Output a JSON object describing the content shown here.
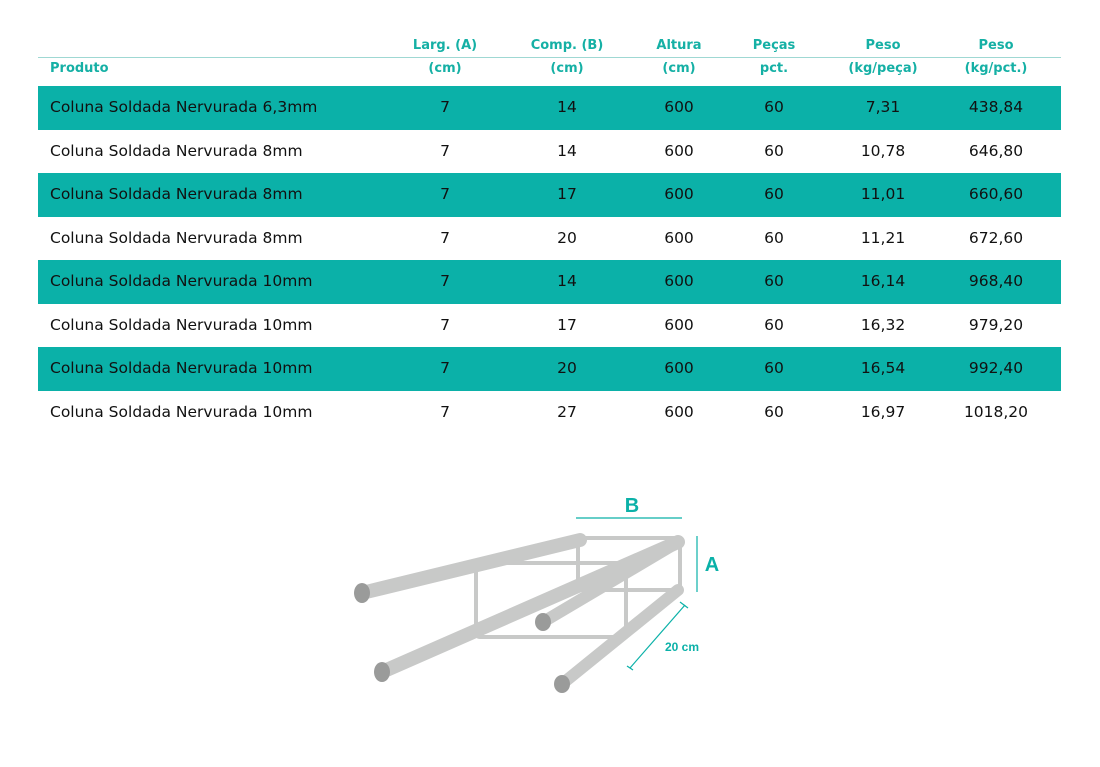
{
  "table": {
    "headers": [
      {
        "line1": "",
        "line2": "Produto"
      },
      {
        "line1": "Larg. (A)",
        "line2": "(cm)"
      },
      {
        "line1": "Comp. (B)",
        "line2": "(cm)"
      },
      {
        "line1": "Altura",
        "line2": "(cm)"
      },
      {
        "line1": "Peças",
        "line2": "pct."
      },
      {
        "line1": "Peso",
        "line2": "(kg/peça)"
      },
      {
        "line1": "Peso",
        "line2": "(kg/pct.)"
      }
    ],
    "rows": [
      [
        "Coluna Soldada Nervurada 6,3mm",
        "7",
        "14",
        "600",
        "60",
        "7,31",
        "438,84"
      ],
      [
        "Coluna Soldada Nervurada 8mm",
        "7",
        "14",
        "600",
        "60",
        "10,78",
        "646,80"
      ],
      [
        "Coluna Soldada Nervurada 8mm",
        "7",
        "17",
        "600",
        "60",
        "11,01",
        "660,60"
      ],
      [
        "Coluna Soldada Nervurada 8mm",
        "7",
        "20",
        "600",
        "60",
        "11,21",
        "672,60"
      ],
      [
        "Coluna Soldada Nervurada 10mm",
        "7",
        "14",
        "600",
        "60",
        "16,14",
        "968,40"
      ],
      [
        "Coluna Soldada Nervurada 10mm",
        "7",
        "17",
        "600",
        "60",
        "16,32",
        "979,20"
      ],
      [
        "Coluna Soldada Nervurada 10mm",
        "7",
        "20",
        "600",
        "60",
        "16,54",
        "992,40"
      ],
      [
        "Coluna Soldada Nervurada 10mm",
        "7",
        "27",
        "600",
        "60",
        "16,97",
        "1018,20"
      ]
    ]
  },
  "diagram": {
    "label_b": "B",
    "label_a": "A",
    "label_spacing": "20 cm"
  },
  "colors": {
    "accent": "#0bb1a8",
    "rod": "#c8c9c8",
    "rod_end": "#9a9b9a"
  }
}
